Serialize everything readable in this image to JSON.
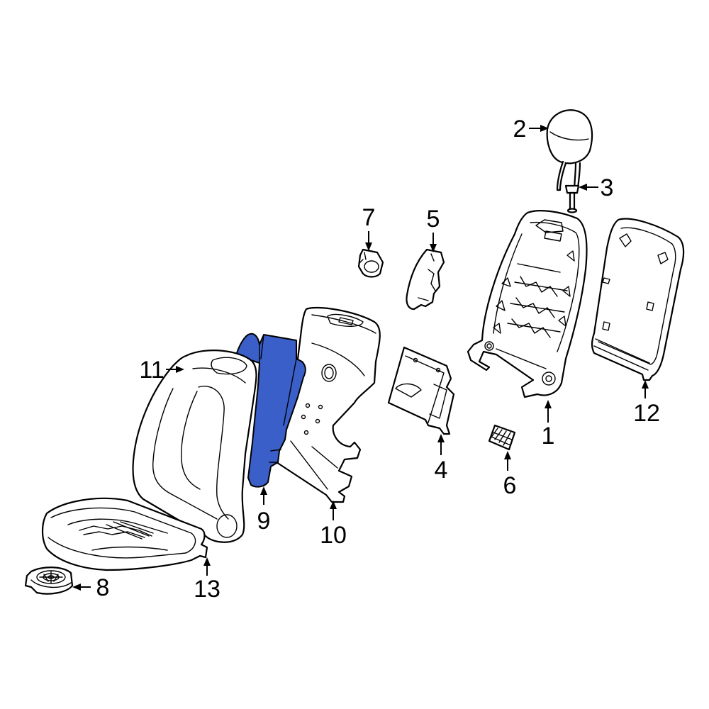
{
  "diagram": {
    "highlight_color": "#3a5fc8",
    "callouts": [
      {
        "id": "1",
        "label": "1"
      },
      {
        "id": "2",
        "label": "2"
      },
      {
        "id": "3",
        "label": "3"
      },
      {
        "id": "4",
        "label": "4"
      },
      {
        "id": "5",
        "label": "5"
      },
      {
        "id": "6",
        "label": "6"
      },
      {
        "id": "7",
        "label": "7"
      },
      {
        "id": "8",
        "label": "8"
      },
      {
        "id": "9",
        "label": "9"
      },
      {
        "id": "10",
        "label": "10"
      },
      {
        "id": "11",
        "label": "11"
      },
      {
        "id": "12",
        "label": "12"
      },
      {
        "id": "13",
        "label": "13"
      }
    ]
  }
}
